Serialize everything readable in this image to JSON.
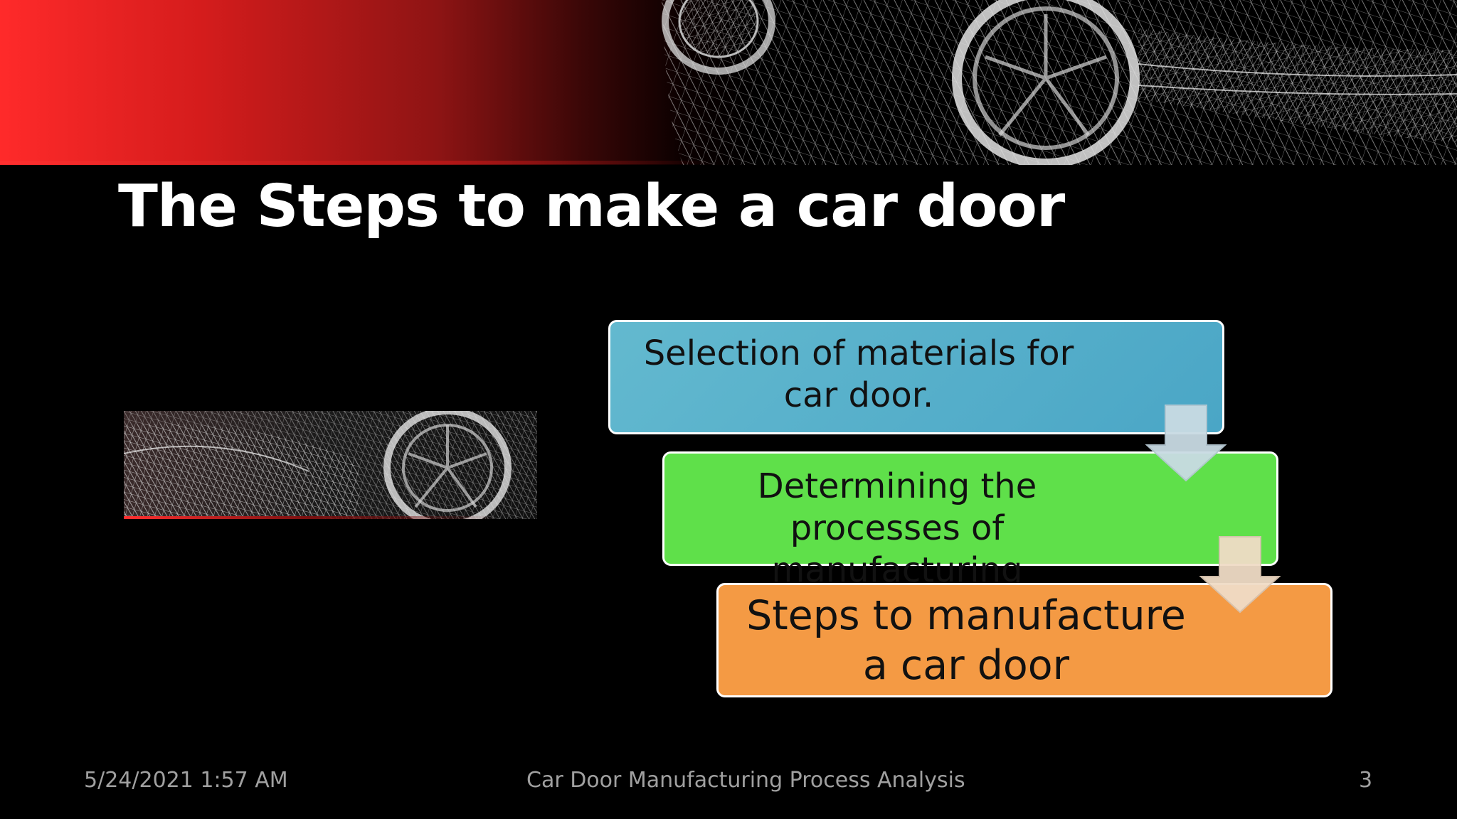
{
  "slide": {
    "title": "The Steps to make a car door",
    "steps": [
      {
        "text": "Selection of materials for car door.",
        "color": "#4aa6c6"
      },
      {
        "text": "Determining the processes of manufacturing",
        "color": "#5fe04a"
      },
      {
        "text": "Steps to manufacture a car door",
        "color": "#f49a44"
      }
    ],
    "footer": {
      "date": "5/24/2021 1:57 AM",
      "title": "Car Door Manufacturing Process Analysis",
      "page": "3"
    }
  },
  "images": {
    "banner": "wireframe-car-header-image",
    "thumbnail": "wireframe-car-thumbnail-image"
  },
  "colors": {
    "accent": "#ff2a2a",
    "background": "#000000",
    "arrow": "#c8d8e0"
  }
}
